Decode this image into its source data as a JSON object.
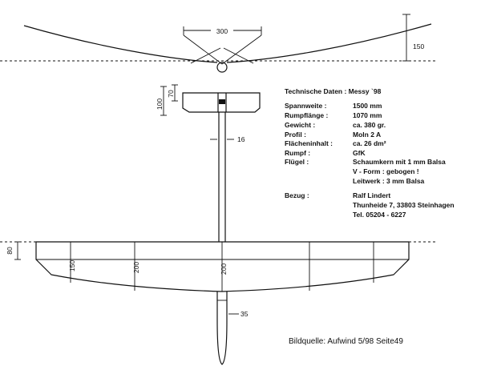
{
  "dimensions": {
    "dihedral_width": "300",
    "dihedral_height": "150",
    "tail_span": "100",
    "tail_chord": "70",
    "boom_width": "16",
    "wing_tip_chord": "80",
    "wing_chord_outer": "150",
    "wing_chord_mid": "200",
    "wing_chord_root": "200",
    "nose_width": "35"
  },
  "specs": {
    "title": "Technische Daten :  Messy `98",
    "rows": [
      {
        "label": "Spannweite :",
        "value": "1500 mm"
      },
      {
        "label": "Rumpflänge :",
        "value": "1070 mm"
      },
      {
        "label": "Gewicht :",
        "value": "ca. 380 gr."
      },
      {
        "label": "Profil :",
        "value": "Moln 2 A"
      },
      {
        "label": "Flächeninhalt :",
        "value": "ca. 26 dm²"
      },
      {
        "label": "Rumpf :",
        "value": "GfK"
      },
      {
        "label": "Flügel :",
        "value": "Schaumkern mit 1 mm Balsa"
      },
      {
        "label": "",
        "value": "V - Form : gebogen !"
      },
      {
        "label": "",
        "value": "Leitwerk :    3 mm Balsa"
      }
    ],
    "contact_label": "Bezug :",
    "contact_lines": [
      "Ralf Lindert",
      "Thunheide 7, 33803 Steinhagen",
      "Tel. 05204 - 6227"
    ]
  },
  "caption": "Bildquelle: Aufwind 5/98 Seite49"
}
